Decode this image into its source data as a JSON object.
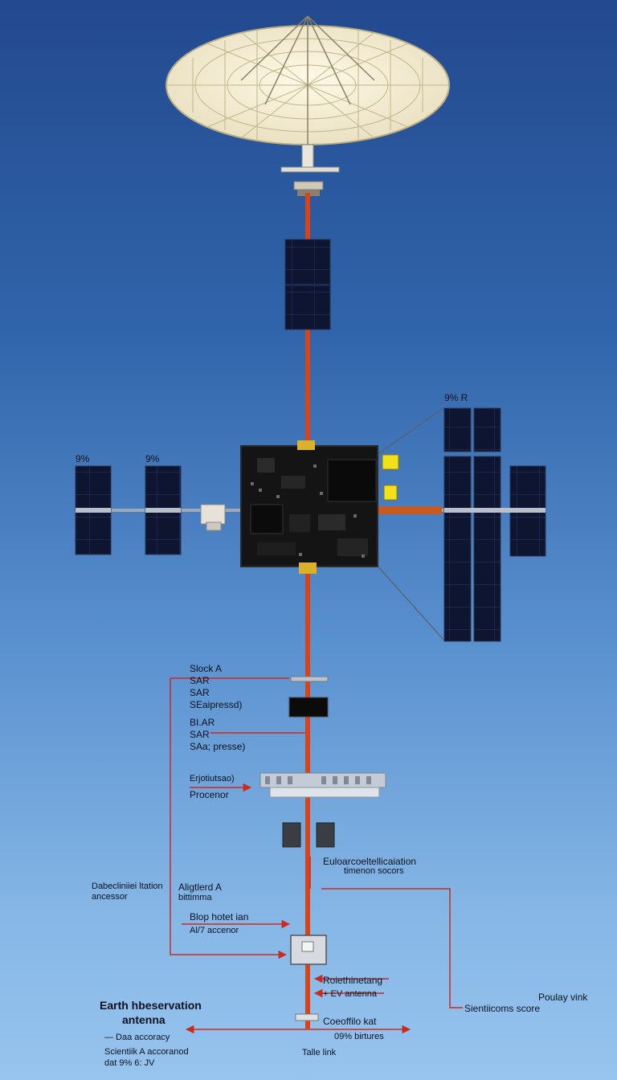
{
  "labels": {
    "pct_r": "9% R",
    "pct_left_1": "9%",
    "pct_left_2": "9%",
    "slot_a": "Slock A",
    "sar_1": "SAR",
    "sar_2": "SAR",
    "sar_compressed_1": "SEaipressd)",
    "blar": "BI.AR",
    "sar_3": "SAR",
    "sar_compressed_2": "SAa; presse)",
    "eripti": "Erjotiutsao)",
    "processor": "Procenor",
    "euclid_line1": "Euloarcoeltellicaiation",
    "euclid_line2": "timenon socors",
    "dalb_line1": "Dabecliniiei ltation",
    "dalb_line2": "ancessor",
    "aligned_line1": "Aligtlerd A",
    "aligned_line2": "bittimma",
    "blop_line1": "Blop hotet ian",
    "blop_line2": "Al/7 accenor",
    "roiethine": "Roiethinetang",
    "ev_antenna": "+ EV antenna",
    "poulay": "Poulay vink",
    "sientiic": "Sientiicoms score",
    "title_line1": "Earth hbeservation",
    "title_line2": "antenna",
    "data_accuracy": "— Daa accoracy",
    "scientific_accuracy": "Scientiik A accoranod",
    "dat_line": "dat 9% 6: JV",
    "coeffic": "Coeoffilo kat",
    "features": "09% birtures",
    "table_link": "Talle link"
  },
  "colors": {
    "boom": "#d8441a",
    "callout": "#cc2a1e",
    "panel": "#0d1530",
    "board": "#141414",
    "yellow": "#f2e01a",
    "dish": "#f1ebd4"
  }
}
